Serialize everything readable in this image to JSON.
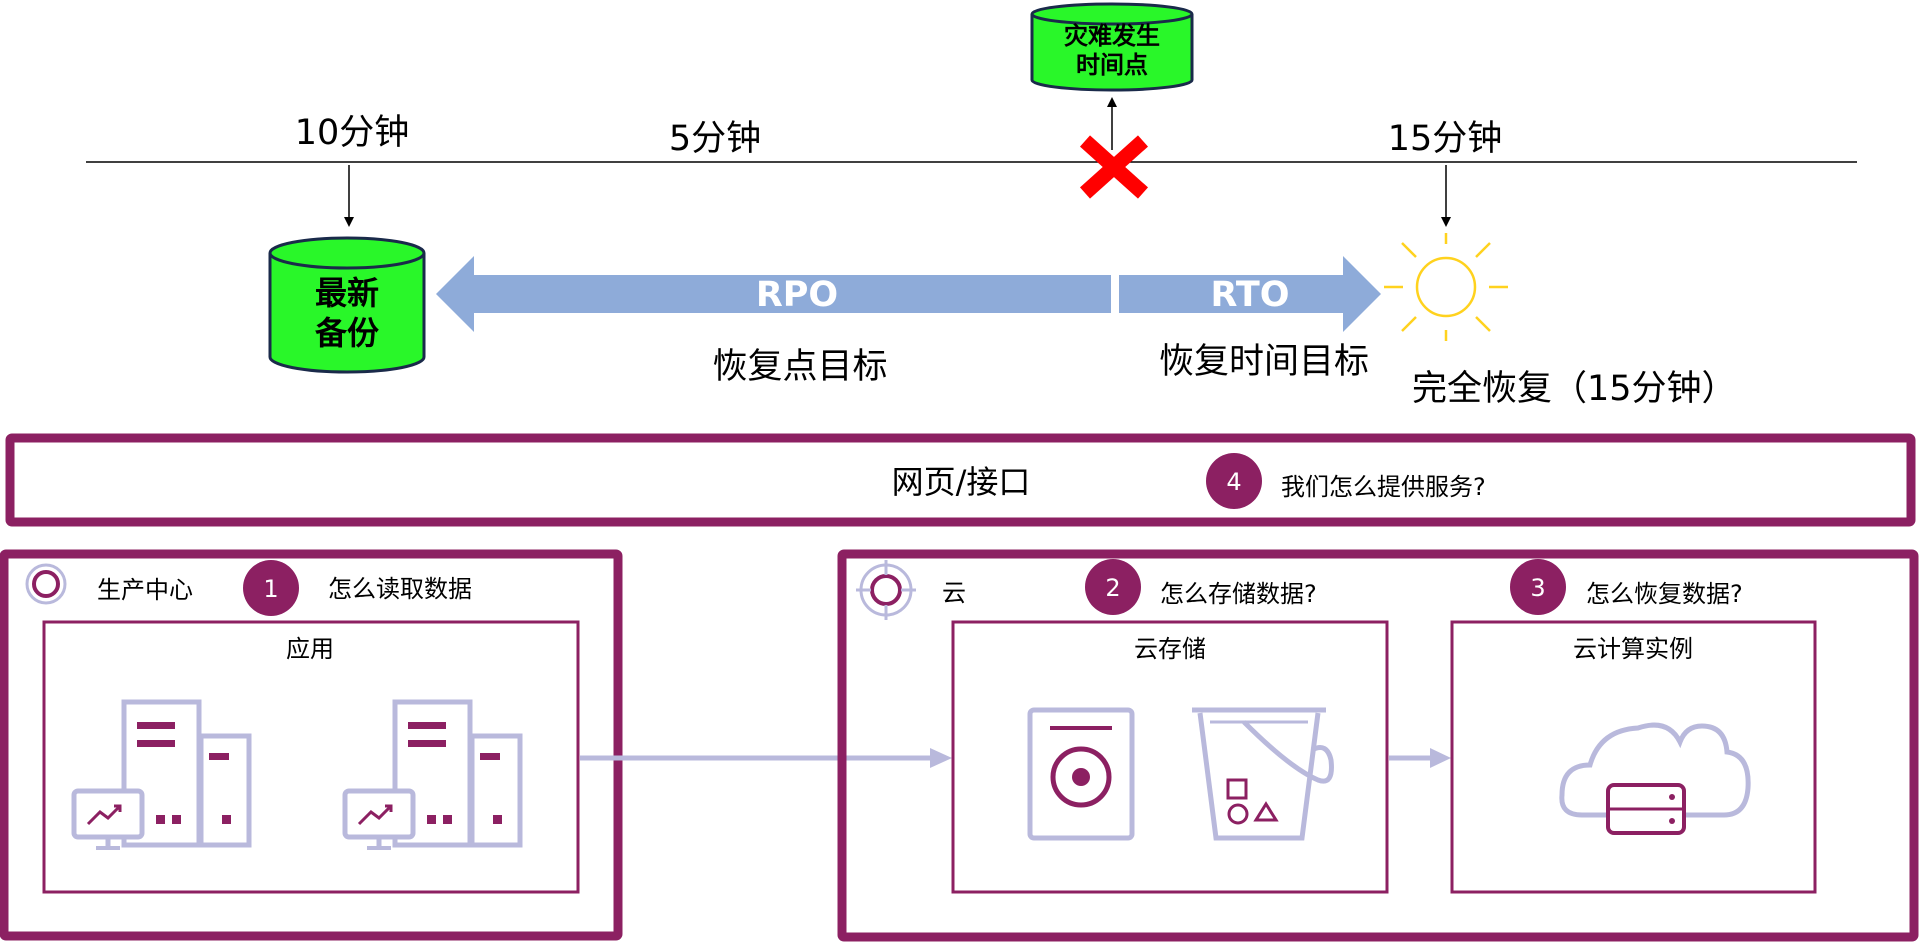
{
  "colors": {
    "plum": "#8c2062",
    "lavender": "#b9b9dc",
    "green": "#29f729",
    "arrow_blue": "#8eabd9",
    "cross_red": "#ff0000",
    "sun_yellow": "#ffd21e"
  },
  "timeline": {
    "label_10min": "10分钟",
    "label_5min": "5分钟",
    "label_15min": "15分钟",
    "disaster_line1": "灾难发生",
    "disaster_line2": "时间点",
    "backup_line1": "最新",
    "backup_line2": "备份",
    "rpo": "RPO",
    "rpo_desc": "恢复点目标",
    "rto": "RTO",
    "rto_desc": "恢复时间目标",
    "full_recovery": "完全恢复（15分钟）"
  },
  "web_panel": {
    "title": "网页/接口",
    "step_number": "4",
    "question": "我们怎么提供服务?"
  },
  "production": {
    "title": "生产中心",
    "step_number": "1",
    "question": "怎么读取数据",
    "app_title": "应用"
  },
  "cloud": {
    "title": "云",
    "storage_step": "2",
    "storage_question": "怎么存储数据?",
    "recover_step": "3",
    "recover_question": "怎么恢复数据?",
    "storage_title": "云存储",
    "compute_title": "云计算实例"
  },
  "icons": [
    "server-group-icon",
    "monitor-chart-icon",
    "hard-disk-icon",
    "bucket-icon",
    "cloud-server-icon",
    "target-icon",
    "sun-icon",
    "cross-icon"
  ]
}
